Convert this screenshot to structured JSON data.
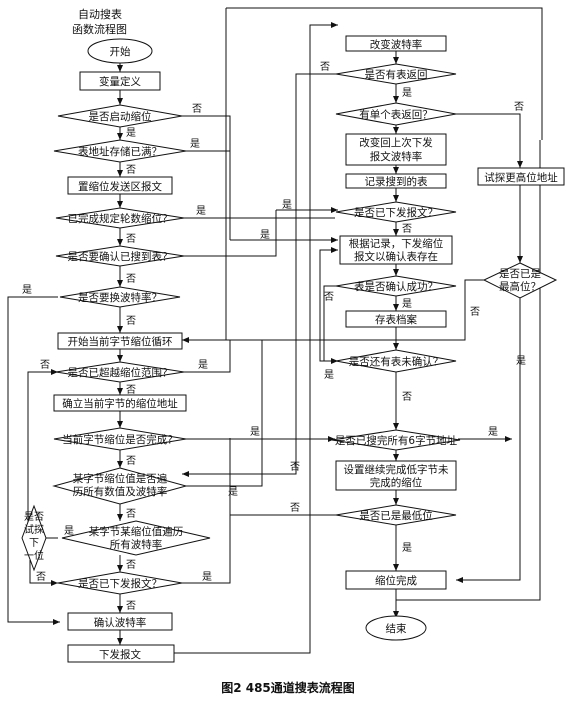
{
  "header": {
    "line1": "自动搜表",
    "line2": "函数流程图"
  },
  "caption": "图2   485通道搜表流程图",
  "nodes": {
    "start": "开始",
    "var_def": "变量定义",
    "q_auto_shrink": "是否启动缩位",
    "q_table_full": "表地址存储已满？",
    "set_shrink_buf": "置缩位发送区报文",
    "q_rounds_done": "已完成规定轮数缩位？",
    "q_confirm": "是否要确认已搜到表？",
    "q_change_baud": "是否要换波特率？",
    "start_loop": "开始当前字节缩位循环",
    "q_beyond_range": "是否已超越缩位范围？",
    "set_addr": "确立当前字节的缩位地址",
    "q_byte_done": "当前字节缩位是否完成？",
    "q_traversed_l1": "某字节缩位值是否遍",
    "q_traversed_l2": "历所有数值及波特率",
    "q_baud_l1": "某字节某缩位值遍历",
    "q_baud_l2": "所有波特率",
    "q_tried_l1": "是否",
    "q_tried_l2": "试探",
    "q_tried_l3": "下",
    "q_tried_l4": "一位",
    "q_sent_left": "是否已下发报文？",
    "confirm_baud": "确认波特率",
    "send_msg": "下发报文",
    "change_baud": "改变波特率",
    "q_reply": "是否有表返回",
    "q_single_reply": "有单个表返回？",
    "restore_l1": "改变回上次下发",
    "restore_l2": "报文波特率",
    "record_meter": "记录搜到的表",
    "q_sent_right": "是否已下发报文？",
    "confirm_l1": "根据记录，下发缩位",
    "confirm_l2": "报文以确认表存在",
    "q_confirm_ok": "表是否确认成功？",
    "archive": "存表档案",
    "q_more_unconfirmed": "是否还有表未确认？",
    "q_all6": "是否已搜完所有6字节地址",
    "continue_l1": "设置继续完成低字节未",
    "continue_l2": "完成的缩位",
    "q_lowest": "是否已是最低位",
    "shrink_done": "缩位完成",
    "end": "结束",
    "try_high": "试探更高位地址",
    "q_highest_l1": "是否已是",
    "q_highest_l2": "最高位？"
  },
  "edge_labels": {
    "yes": "是",
    "no": "否"
  }
}
